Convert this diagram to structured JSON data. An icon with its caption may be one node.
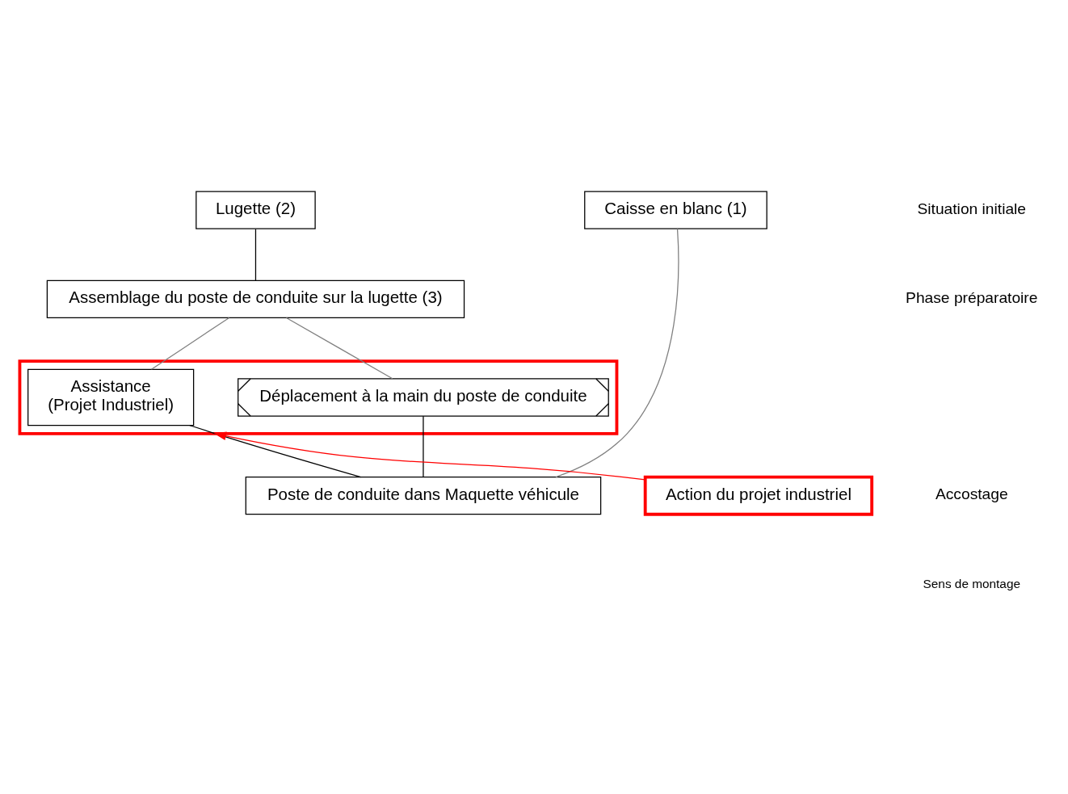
{
  "diagram": {
    "nodes": [
      {
        "text": [
          "Lugette (2)"
        ]
      },
      {
        "text": [
          "Caisse en blanc (1)"
        ]
      },
      {
        "text": [
          "Assemblage du poste de conduite sur la lugette (3)"
        ]
      },
      {
        "text": [],
        "shape": "box"
      },
      {
        "text": [
          "Déplacement à la main du poste de conduite"
        ],
        "in": 3
      },
      {
        "text": [
          "Assistance",
          "(Projet Industriel)"
        ],
        "in": 3
      },
      {
        "text": [
          "Poste de conduite dans Maquette véhicule"
        ]
      },
      {
        "text": [
          "Action du projet industriel"
        ]
      }
    ],
    "edges": [
      {
        "from": 0,
        "to": 2,
        "arrow": "none"
      },
      {
        "from": 2,
        "to": 4,
        "arrow": "none",
        "color": "#808080"
      },
      {
        "from": 2,
        "to": 5,
        "arrow": "none",
        "color": "#808080"
      },
      {
        "from": 1,
        "to": 6,
        "arrow": "none",
        "color": "#808080"
      },
      {
        "from": 4,
        "to": 6,
        "arrow": "none"
      },
      {
        "from": 5,
        "to": 6,
        "arrow": "none"
      },
      {
        "from": 7,
        "to": 3,
        "arrow": "to",
        "color": "#ff0000"
      }
    ],
    "labels": [
      "Situation initiale",
      "Phase préparatoire",
      "Accostage",
      "Sens de montage"
    ]
  }
}
